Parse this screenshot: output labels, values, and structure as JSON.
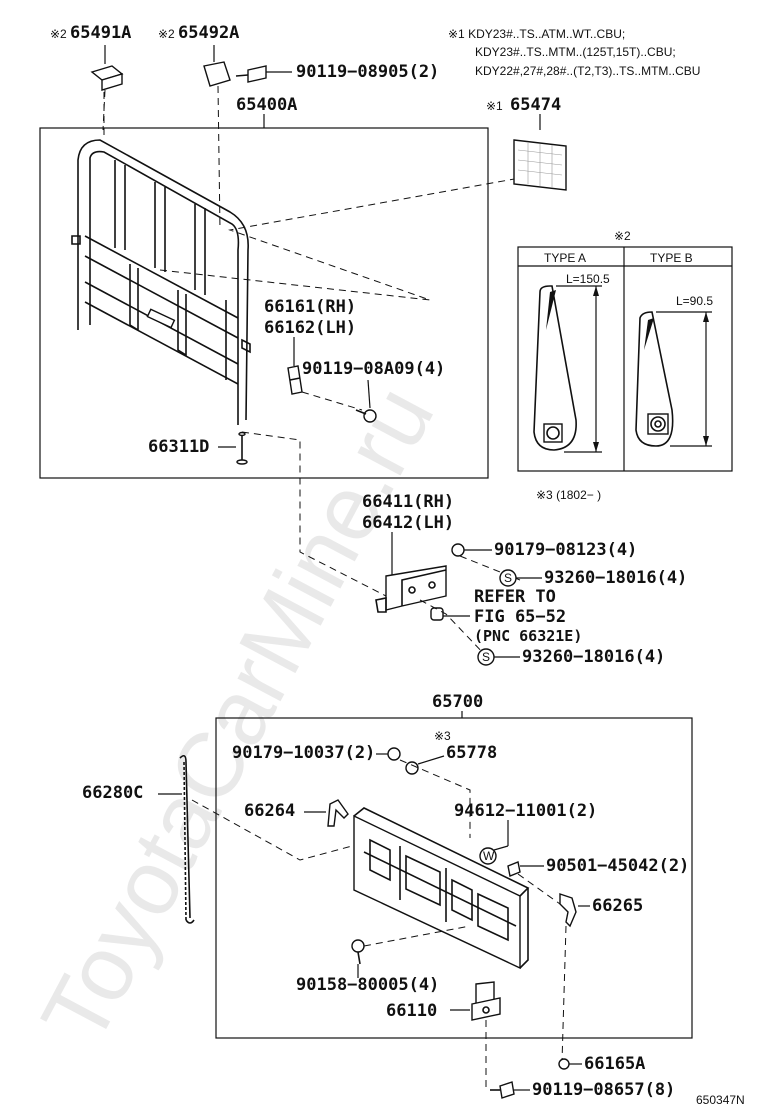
{
  "watermark": "ToyotaCarMine.ru",
  "diagram_code": "650347N",
  "notes": {
    "note1_line1": "※1 KDY23#..TS..ATM..WT..CBU;",
    "note1_line2": "KDY23#..TS..MTM..(125T,15T)..CBU;",
    "note1_line3": "KDY22#,27#,28#..(T2,T3)..TS..MTM..CBU",
    "note3": "※3 (1802−      )"
  },
  "type_box": {
    "mark": "※2",
    "type_a": "TYPE A",
    "type_b": "TYPE B",
    "len_a": "L=150.5",
    "len_b": "L=90.5"
  },
  "mark2": "※2",
  "mark1": "※1",
  "mark3": "※3",
  "parts": {
    "p65491A": "65491A",
    "p65492A": "65492A",
    "p90119_08905": "90119−08905(2)",
    "p65400A": "65400A",
    "p65474": "65474",
    "p66161": "66161(RH)",
    "p66162": "66162(LH)",
    "p90119_08A09": "90119−08A09(4)",
    "p66311D": "66311D",
    "p66411": "66411(RH)",
    "p66412": "66412(LH)",
    "p90179_08123": "90179−08123(4)",
    "p93260_a": "93260−18016(4)",
    "refer_to": "REFER TO",
    "fig": "FIG 65−52",
    "pnc": "(PNC 66321E)",
    "p93260_b": "93260−18016(4)",
    "p65700": "65700",
    "p90179_10037": "90179−10037(2)",
    "p65778": "65778",
    "p66280C": "66280C",
    "p66264": "66264",
    "p94612": "94612−11001(2)",
    "p90501": "90501−45042(2)",
    "p66265": "66265",
    "p90158": "90158−80005(4)",
    "p66110": "66110",
    "p66165A": "66165A",
    "p90119_08657": "90119−08657(8)"
  },
  "symbols": {
    "s": "S",
    "w": "W"
  }
}
